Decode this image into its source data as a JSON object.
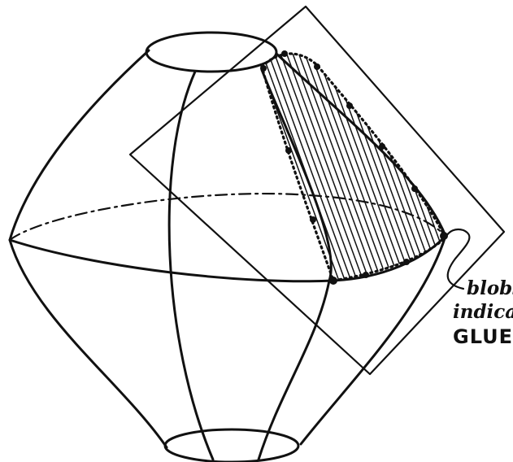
{
  "annotation": {
    "line1": "blobs",
    "line2": "indicate",
    "line3": "GLUE"
  }
}
